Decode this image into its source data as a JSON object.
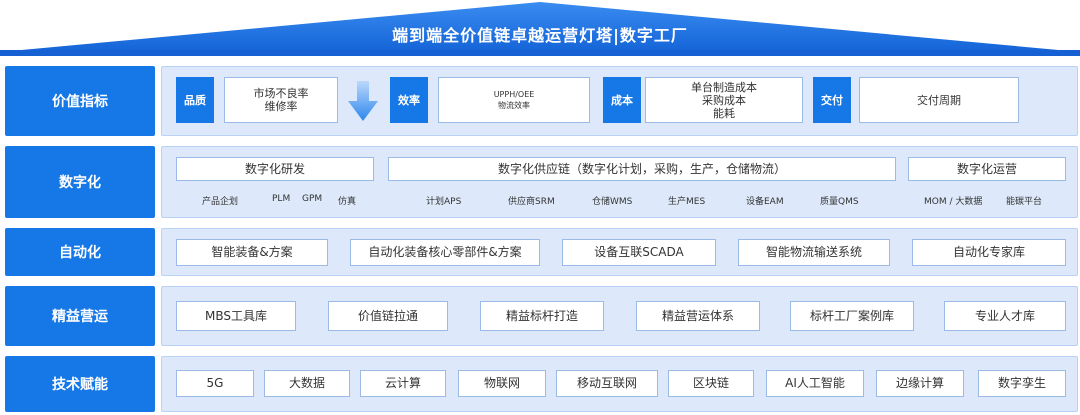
{
  "title": "端到端全价值链卓越运营灯塔|数字工厂",
  "rows": [
    {
      "label": "价值指标",
      "items": [
        {
          "tag": "品质",
          "text": [
            "市场不良率",
            "维修率"
          ]
        },
        {
          "tag": "效率",
          "text": [
            "UPPH/OEE",
            "物流效率"
          ]
        },
        {
          "tag": "成本",
          "text": [
            "单台制造成本",
            "采购成本",
            "能耗"
          ]
        },
        {
          "tag": "交付",
          "text": [
            "交付周期"
          ]
        }
      ],
      "arrow_icon": "down-arrow-icon"
    },
    {
      "label": "数字化",
      "groups": [
        {
          "title": "数字化研发",
          "subs": [
            "产品企划",
            "PLM",
            "GPM",
            "仿真"
          ]
        },
        {
          "title": "数字化供应链（数字化计划，采购，生产，仓储物流）",
          "subs": [
            "计划APS",
            "供应商SRM",
            "仓储WMS",
            "生产MES",
            "设备EAM",
            "质量QMS"
          ]
        },
        {
          "title": "数字化运营",
          "subs": [
            "MOM / 大数据",
            "能碳平台"
          ]
        }
      ]
    },
    {
      "label": "自动化",
      "items": [
        "智能装备&方案",
        "自动化装备核心零部件&方案",
        "设备互联SCADA",
        "智能物流输送系统",
        "自动化专家库"
      ]
    },
    {
      "label": "精益营运",
      "items": [
        "MBS工具库",
        "价值链拉通",
        "精益标杆打造",
        "精益营运体系",
        "标杆工厂案例库",
        "专业人才库"
      ]
    },
    {
      "label": "技术赋能",
      "items": [
        "5G",
        "大数据",
        "云计算",
        "物联网",
        "移动互联网",
        "区块链",
        "AI人工智能",
        "边缘计算",
        "数字孪生"
      ]
    }
  ],
  "colors": {
    "accent": "#1677e6",
    "panel": "#dde9fa",
    "roof": "#1f6fe0"
  }
}
